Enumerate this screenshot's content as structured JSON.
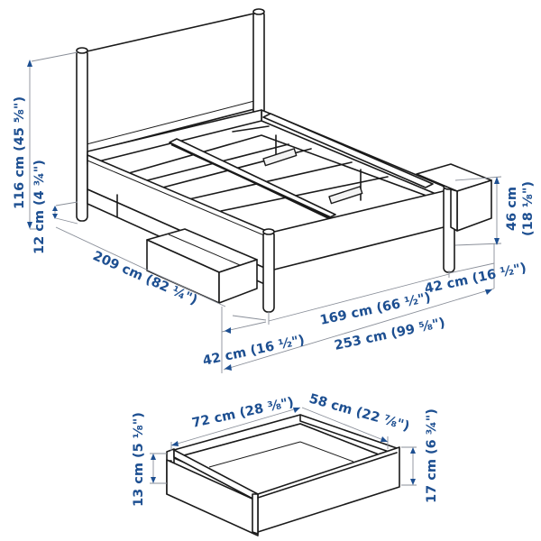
{
  "colors": {
    "label": "#1d4f91",
    "dimension_line": "#8a8f99",
    "outline": "#1a1a1a",
    "background": "#ffffff"
  },
  "bed": {
    "description": "Bed frame with headboard and two storage drawers (one pulled out)",
    "dimensions": {
      "headboard_height": "116 cm (45 ⅝\")",
      "underbed_clearance": "12 cm (4 ¾\")",
      "total_length": "209 cm (82 ¼\")",
      "side_height": "46 cm (18 ⅛\")",
      "drawer_extension_right": "42 cm (16 ½\")",
      "drawer_extension_left": "42 cm (16 ½\")",
      "inner_width": "169 cm (66 ½\")",
      "total_width_with_drawers": "253 cm (99 ⅝\")"
    }
  },
  "drawer": {
    "description": "Storage drawer",
    "dimensions": {
      "length": "72 cm (28 ⅜\")",
      "depth": "58 cm (22 ⅞\")",
      "inner_height": "13 cm (5 ⅛\")",
      "outer_height": "17 cm (6 ¾\")"
    }
  }
}
